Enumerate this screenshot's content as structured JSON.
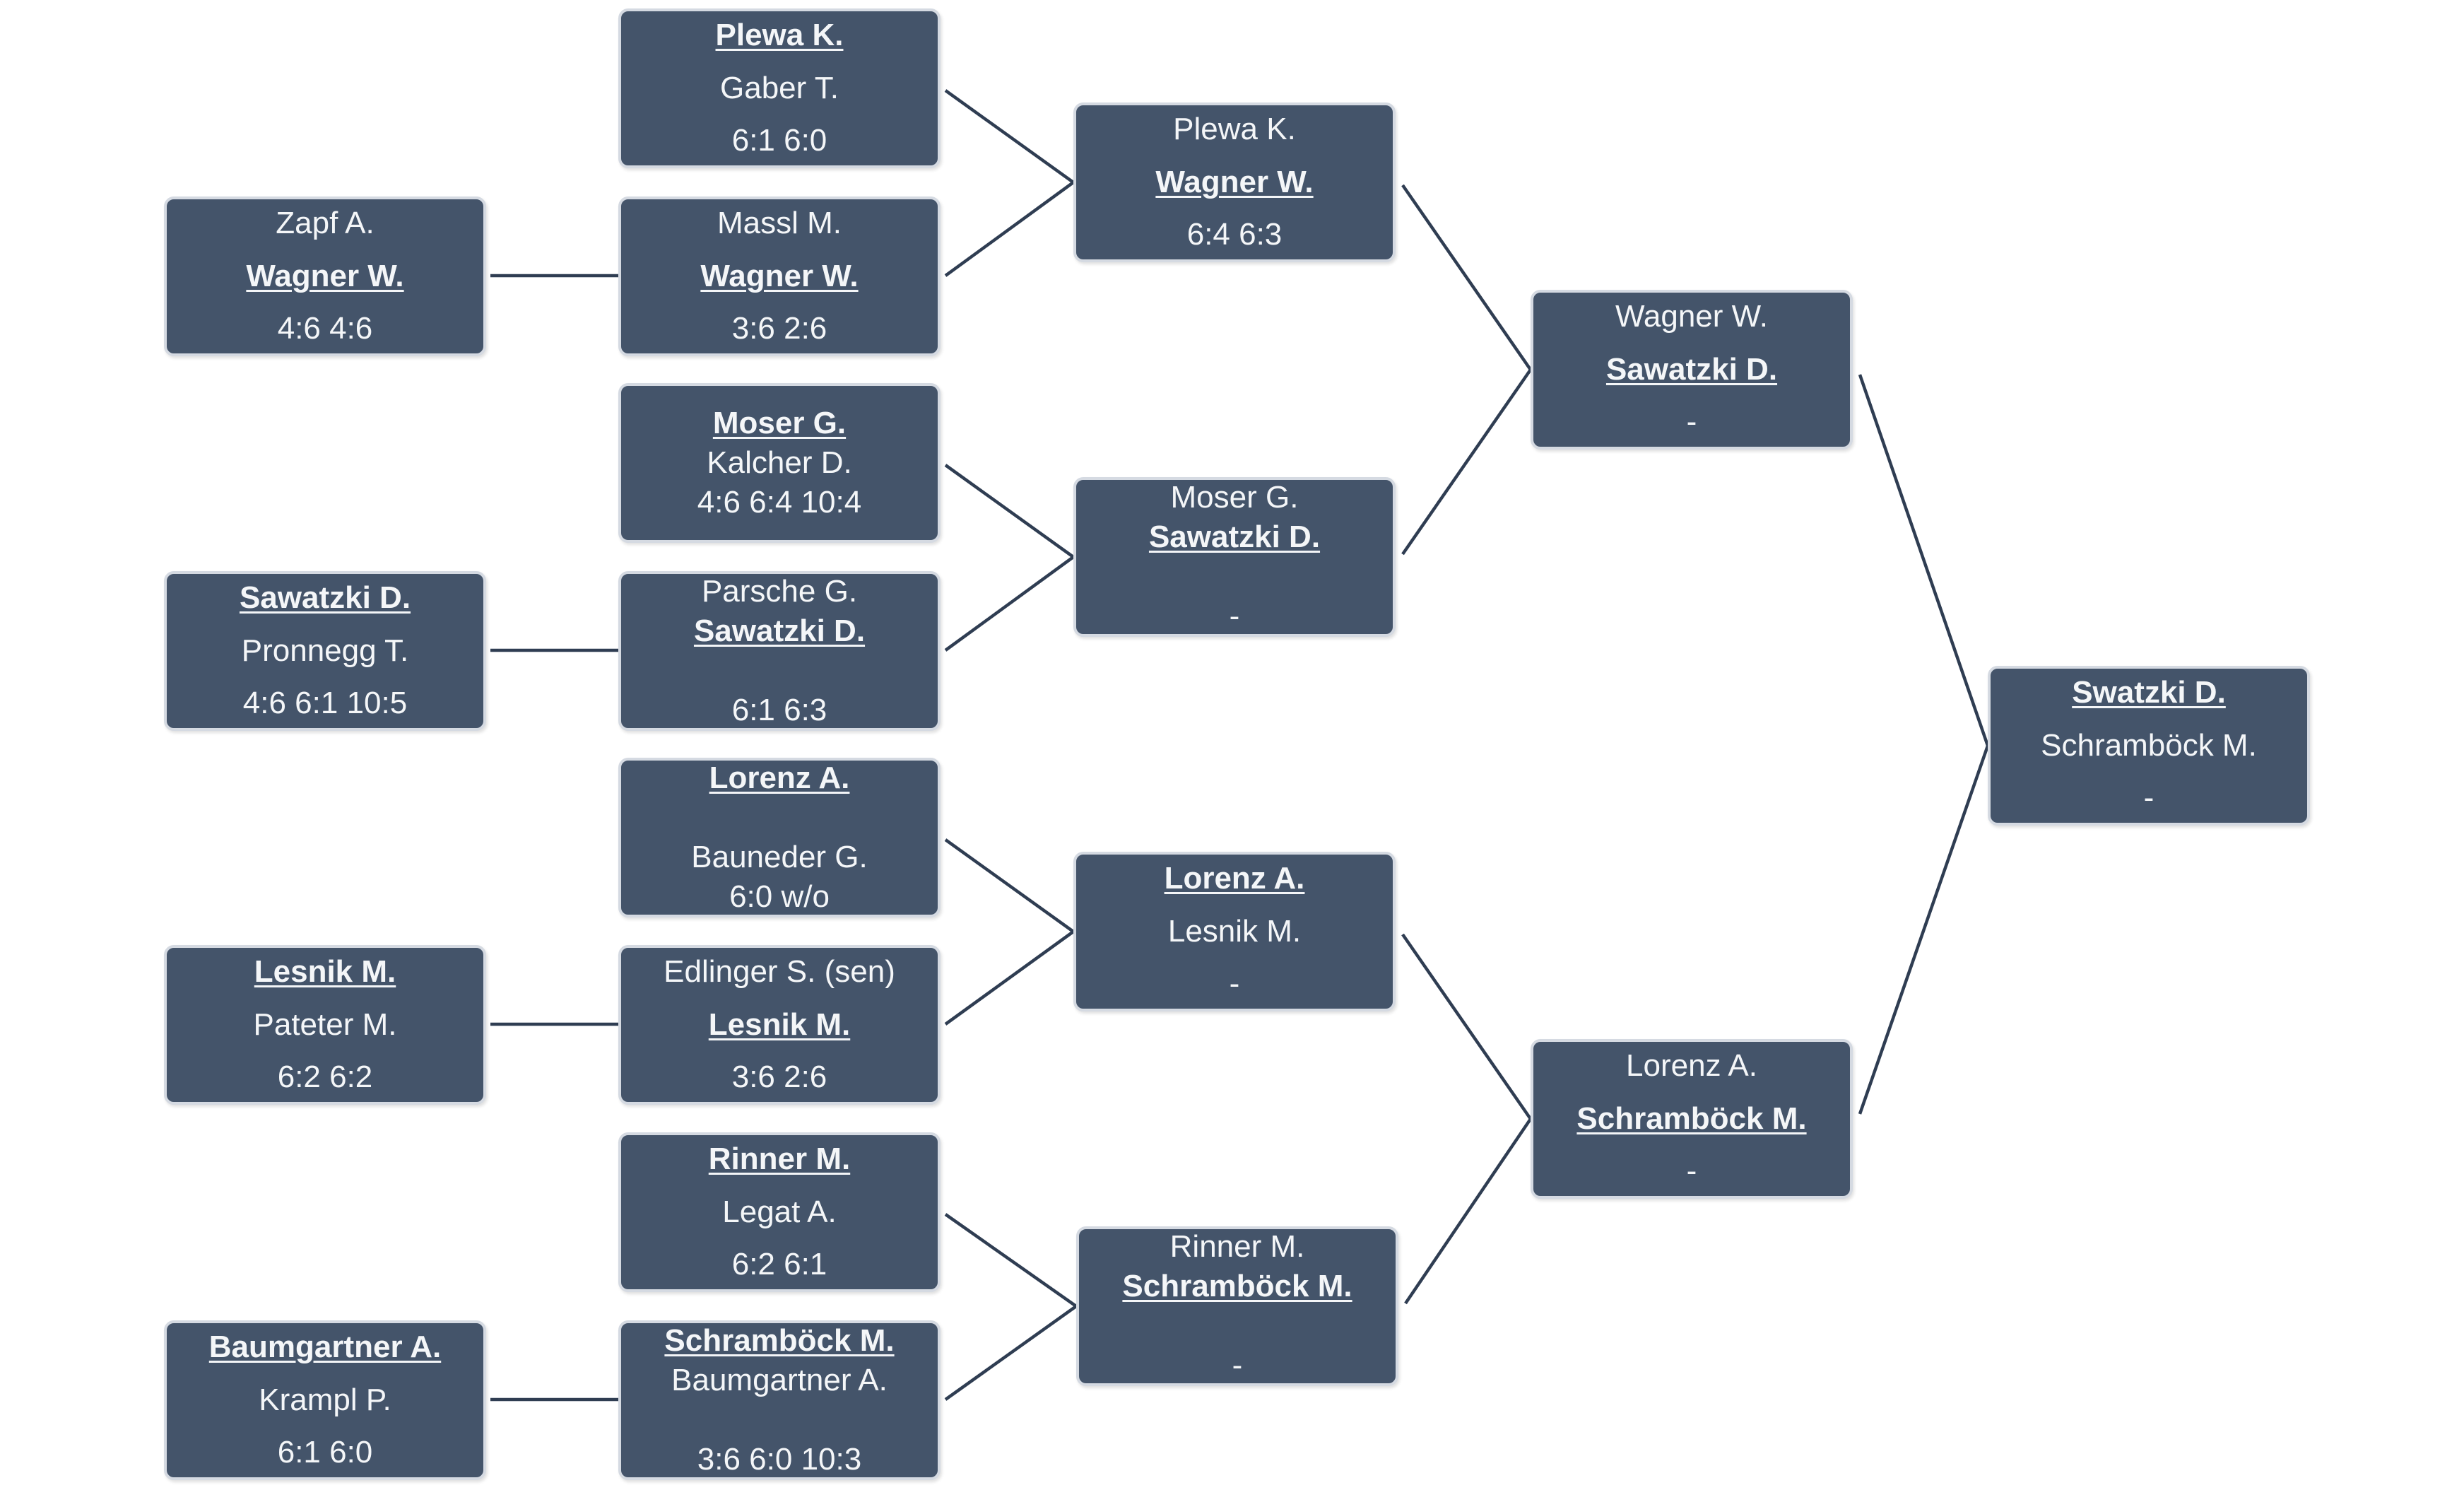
{
  "boxes": [
    {
      "id": "r0-zapf",
      "lines": [
        {
          "t": "Zapf A."
        },
        {
          "t": "Wagner W.",
          "w": true
        },
        {
          "t": "4:6 4:6"
        }
      ]
    },
    {
      "id": "r0-sawatzki",
      "lines": [
        {
          "t": "Sawatzki D.",
          "w": true
        },
        {
          "t": "Pronnegg T."
        },
        {
          "t": "4:6 6:1 10:5"
        }
      ]
    },
    {
      "id": "r0-lesnik",
      "lines": [
        {
          "t": "Lesnik M.",
          "w": true
        },
        {
          "t": "Pateter M."
        },
        {
          "t": "6:2 6:2"
        }
      ]
    },
    {
      "id": "r0-baumgartner",
      "lines": [
        {
          "t": "Baumgartner A.",
          "w": true
        },
        {
          "t": "Krampl P."
        },
        {
          "t": "6:1 6:0"
        }
      ]
    },
    {
      "id": "r1-plewa",
      "lines": [
        {
          "t": "Plewa K.",
          "w": true
        },
        {
          "t": "Gaber T."
        },
        {
          "t": "6:1 6:0"
        }
      ]
    },
    {
      "id": "r1-massl",
      "lines": [
        {
          "t": "Massl M."
        },
        {
          "t": "Wagner W.",
          "w": true
        },
        {
          "t": "3:6 2:6"
        }
      ]
    },
    {
      "id": "r1-moser",
      "tight": true,
      "lines": [
        {
          "t": "Moser G.",
          "w": true
        },
        {
          "t": "Kalcher D."
        },
        {
          "t": "4:6 6:4 10:4"
        }
      ]
    },
    {
      "id": "r1-parsche",
      "tight": true,
      "lines": [
        {
          "t": "Parsche G."
        },
        {
          "t": "Sawatzki D.",
          "w": true
        },
        {
          "t": ""
        },
        {
          "t": "6:1 6:3"
        }
      ]
    },
    {
      "id": "r1-lorenz",
      "tight": true,
      "lines": [
        {
          "t": "Lorenz A.",
          "w": true
        },
        {
          "t": ""
        },
        {
          "t": "Bauneder G."
        },
        {
          "t": "6:0 w/o"
        }
      ]
    },
    {
      "id": "r1-edlinger",
      "lines": [
        {
          "t": "Edlinger S. (sen)"
        },
        {
          "t": "Lesnik M.",
          "w": true
        },
        {
          "t": "3:6 2:6"
        }
      ]
    },
    {
      "id": "r1-rinner",
      "lines": [
        {
          "t": "Rinner M.",
          "w": true
        },
        {
          "t": "Legat A."
        },
        {
          "t": "6:2 6:1"
        }
      ]
    },
    {
      "id": "r1-schrambock",
      "tight": true,
      "lines": [
        {
          "t": "Schramböck M.",
          "w": true
        },
        {
          "t": "Baumgartner A."
        },
        {
          "t": ""
        },
        {
          "t": "3:6 6:0 10:3"
        }
      ]
    },
    {
      "id": "r2-plewa",
      "lines": [
        {
          "t": "Plewa K."
        },
        {
          "t": "Wagner W.",
          "w": true
        },
        {
          "t": "6:4 6:3"
        }
      ]
    },
    {
      "id": "r2-moser",
      "tight": true,
      "lines": [
        {
          "t": "Moser G."
        },
        {
          "t": "Sawatzki D.",
          "w": true
        },
        {
          "t": ""
        },
        {
          "t": "-"
        }
      ]
    },
    {
      "id": "r2-lorenz",
      "lines": [
        {
          "t": "Lorenz A.",
          "w": true
        },
        {
          "t": "Lesnik M."
        },
        {
          "t": "-"
        }
      ]
    },
    {
      "id": "r2-rinner",
      "tight": true,
      "lines": [
        {
          "t": "Rinner M."
        },
        {
          "t": "Schramböck M.",
          "w": true
        },
        {
          "t": ""
        },
        {
          "t": "-"
        }
      ]
    },
    {
      "id": "r3-wagner",
      "lines": [
        {
          "t": "Wagner W."
        },
        {
          "t": "Sawatzki D.",
          "w": true
        },
        {
          "t": "-"
        }
      ]
    },
    {
      "id": "r3-lorenz",
      "lines": [
        {
          "t": "Lorenz A."
        },
        {
          "t": "Schramböck M.",
          "w": true
        },
        {
          "t": "-"
        }
      ]
    },
    {
      "id": "r4-final",
      "lines": [
        {
          "t": "Swatzki D.",
          "w": true
        },
        {
          "t": "Schramböck M."
        },
        {
          "t": "-"
        }
      ]
    }
  ]
}
